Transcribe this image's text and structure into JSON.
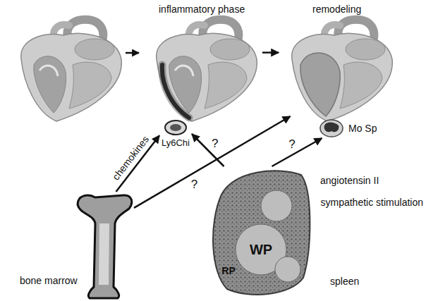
{
  "diagram": {
    "nodes": [
      {
        "text": [
          "inflammatory phase"
        ]
      },
      {
        "text": [
          "remodeling"
        ]
      },
      {
        "text": [
          "Ly6Chi"
        ]
      },
      {
        "text": [
          "Mo Sp"
        ]
      },
      {
        "text": [
          "bone marrow"
        ]
      },
      {
        "text": [
          "spleen"
        ]
      }
    ],
    "edges": [
      {
        "from": 0,
        "to": 1,
        "arrow": "to"
      },
      {
        "from": 4,
        "to": 2,
        "label": "chemokines",
        "arrow": "to"
      },
      {
        "from": 5,
        "to": 2,
        "label": "?",
        "arrow": "to"
      },
      {
        "from": 4,
        "to": 1,
        "label": "?",
        "arrow": "to"
      },
      {
        "from": 5,
        "to": 3,
        "label": "?",
        "arrow": "to"
      }
    ],
    "labels": [
      "WP",
      "RP",
      "angiotensin II",
      "sympathetic stimulation"
    ]
  }
}
